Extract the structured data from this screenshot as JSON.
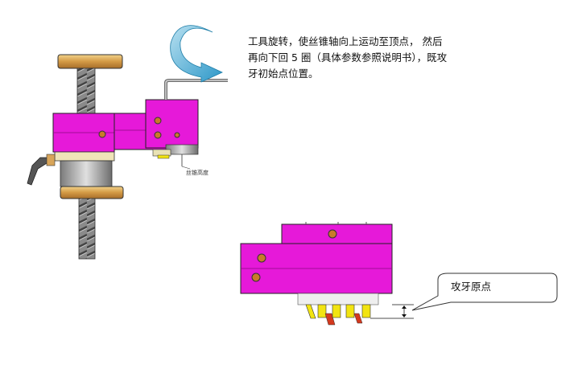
{
  "instruction": {
    "line1": "工具旋转，使丝锥轴向上运动至顶点，  然后",
    "line2": "再向下回 5 圈（具体参数参照说明书），既攻",
    "line3": "牙初始点位置。"
  },
  "labels": {
    "tap_height": "丝锥高度",
    "tap_origin": "攻牙原点"
  },
  "colors": {
    "body": "#e619d9",
    "arrow": "#39a6d2",
    "brass": "#d7a34a",
    "tap_holder": "#f2e411"
  }
}
